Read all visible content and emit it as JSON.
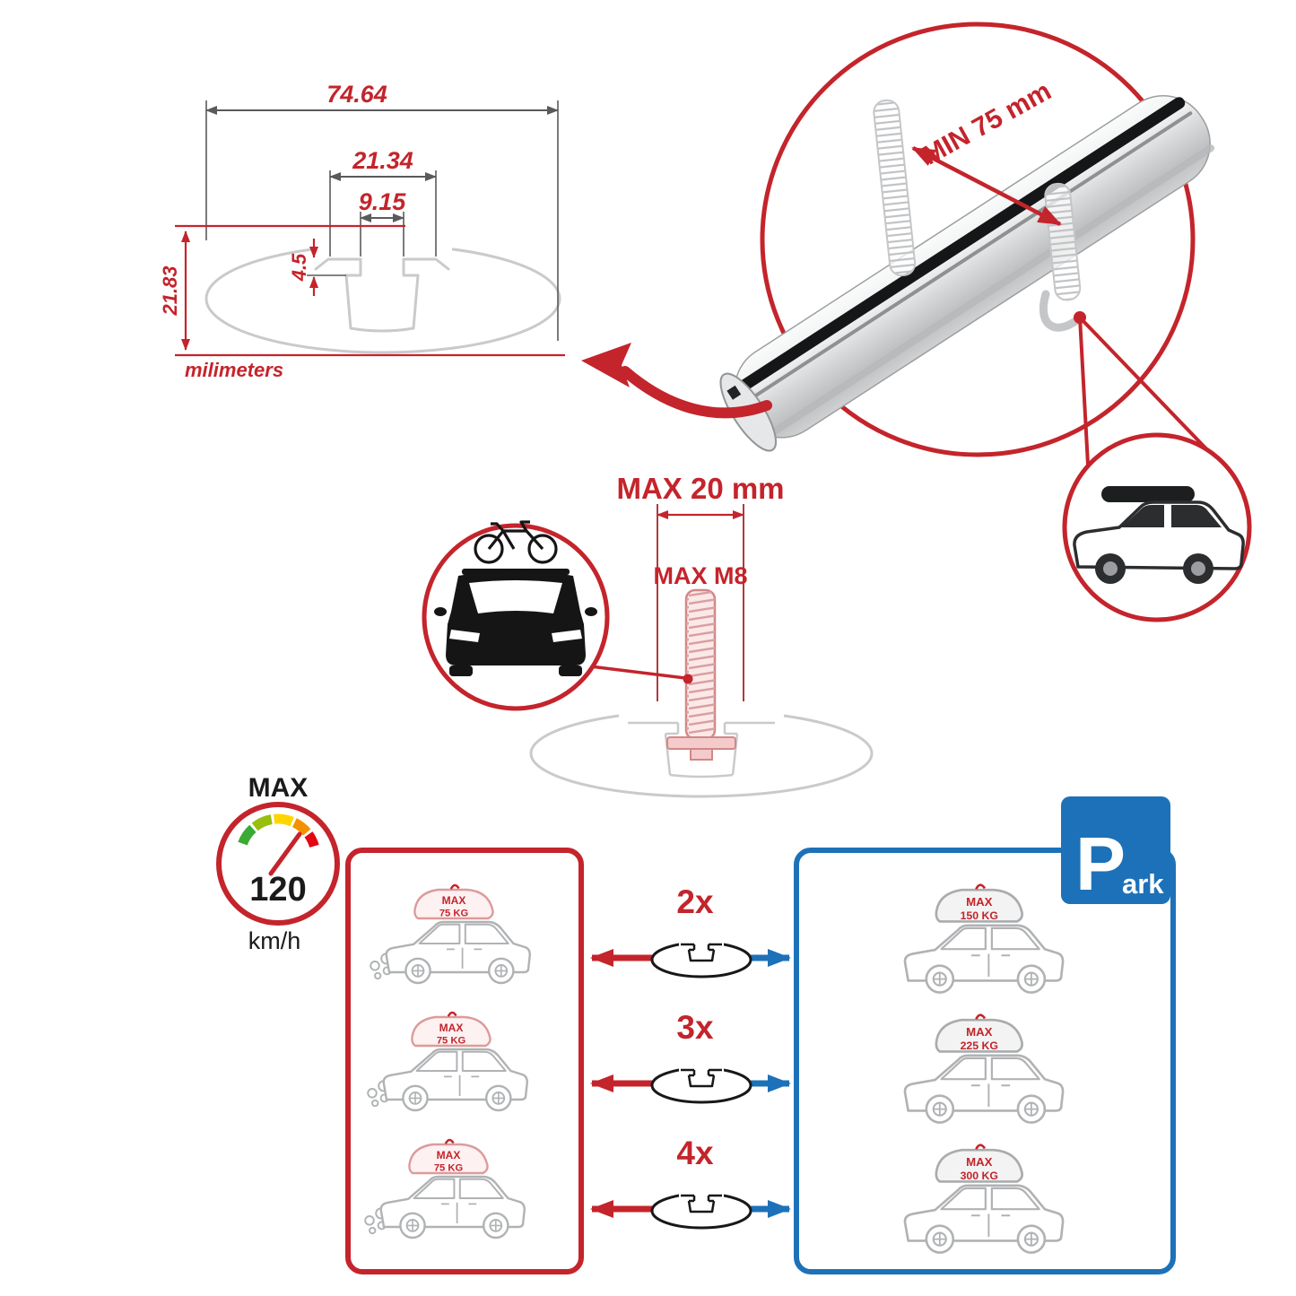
{
  "colors": {
    "red": "#c4242b",
    "blue": "#1d71b8",
    "gray_light": "#c9cacb",
    "dark": "#2b2b2b"
  },
  "dimension_diagram": {
    "total_width": "74.64",
    "flange_width": "21.34",
    "slot_width": "9.15",
    "lip_depth": "4.5",
    "total_height": "21.83",
    "unit_label": "milimeters"
  },
  "bar_detail": {
    "min_clamp_spacing": "MIN 75 mm"
  },
  "bolt_detail": {
    "max_length": "MAX 20 mm",
    "max_thread": "MAX M8"
  },
  "speed_limit": {
    "title": "MAX",
    "value": "120",
    "unit": "km/h"
  },
  "capacity": {
    "multipliers": [
      "2x",
      "3x",
      "4x"
    ],
    "left": {
      "cars": [
        {
          "line1": "MAX",
          "line2": "75 KG"
        },
        {
          "line1": "MAX",
          "line2": "75 KG"
        },
        {
          "line1": "MAX",
          "line2": "75 KG"
        }
      ]
    },
    "right": {
      "cars": [
        {
          "line1": "MAX",
          "line2": "150 KG"
        },
        {
          "line1": "MAX",
          "line2": "225 KG"
        },
        {
          "line1": "MAX",
          "line2": "300 KG"
        }
      ]
    },
    "park_sign": {
      "letter": "P",
      "suffix": "ark"
    }
  }
}
